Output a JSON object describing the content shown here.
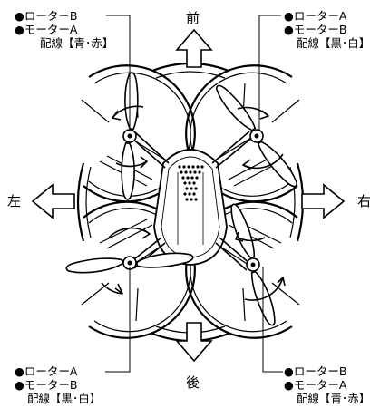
{
  "directions": {
    "front": "前",
    "back": "後",
    "left": "左",
    "right": "右"
  },
  "labels": {
    "top_left": {
      "rotor": "●ローターB",
      "motor": "●モーターA",
      "wiring": "配線【青･赤】"
    },
    "top_right": {
      "rotor": "●ローターA",
      "motor": "●モーターB",
      "wiring": "配線【黒･白】"
    },
    "bottom_left": {
      "rotor": "●ローターA",
      "motor": "●モーターB",
      "wiring": "配線【黒･白】"
    },
    "bottom_right": {
      "rotor": "●ローターB",
      "motor": "●モーターA",
      "wiring": "配線【青･赤】"
    }
  }
}
